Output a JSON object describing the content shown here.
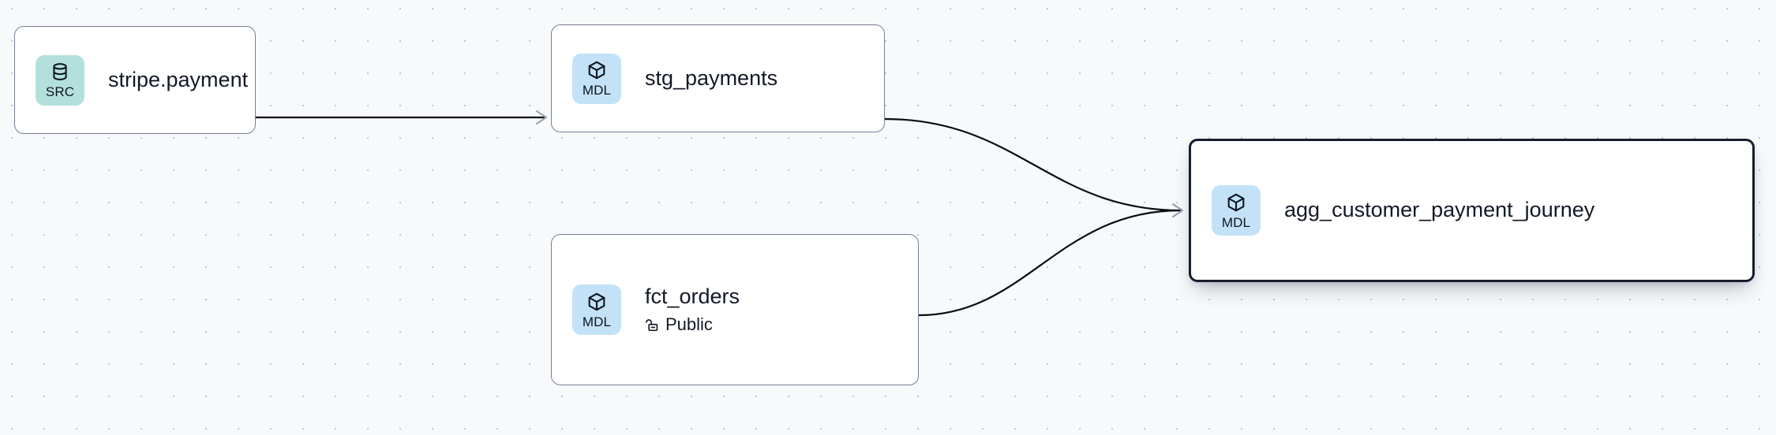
{
  "graph": {
    "type": "lineage-dag",
    "background": "#f7f9fb",
    "grid": "dot",
    "accent_src": "#b3e0dd",
    "accent_mdl": "#c3e2f7",
    "edge_color": "#0b0d12",
    "selected_border": "#171c2e",
    "nodes": [
      {
        "id": "stripe-payment",
        "title": "stripe.payment",
        "badge_label": "SRC",
        "badge_kind": "src",
        "badge_icon": "database-icon",
        "subtitle": null,
        "subtitle_icon": null,
        "selected": false
      },
      {
        "id": "stg-payments",
        "title": "stg_payments",
        "badge_label": "MDL",
        "badge_kind": "mdl",
        "badge_icon": "cube-icon",
        "subtitle": null,
        "subtitle_icon": null,
        "selected": false
      },
      {
        "id": "fct-orders",
        "title": "fct_orders",
        "badge_label": "MDL",
        "badge_kind": "mdl",
        "badge_icon": "cube-icon",
        "subtitle": "Public",
        "subtitle_icon": "unlock-icon",
        "selected": false
      },
      {
        "id": "agg-customer-payment-journey",
        "title": "agg_customer_payment_journey",
        "badge_label": "MDL",
        "badge_kind": "mdl",
        "badge_icon": "cube-icon",
        "subtitle": null,
        "subtitle_icon": null,
        "selected": true
      }
    ],
    "edges": [
      {
        "id": "e1",
        "from": "stripe-payment",
        "to": "stg-payments",
        "shape": "straight"
      },
      {
        "id": "e2",
        "from": "stg-payments",
        "to": "agg-customer-payment-journey",
        "shape": "bezier"
      },
      {
        "id": "e3",
        "from": "fct-orders",
        "to": "agg-customer-payment-journey",
        "shape": "bezier"
      }
    ]
  }
}
